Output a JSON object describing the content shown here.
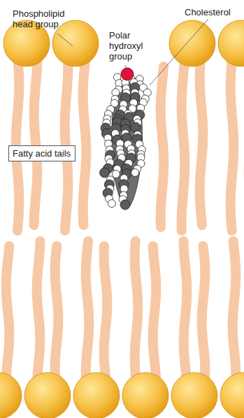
{
  "diagram": {
    "nodes": [
      {
        "text": [
          "Fatty acid tails"
        ]
      }
    ],
    "labels": [
      "Phospholipid head group",
      "Polar hydroxyl group",
      "Cholesterol"
    ]
  }
}
